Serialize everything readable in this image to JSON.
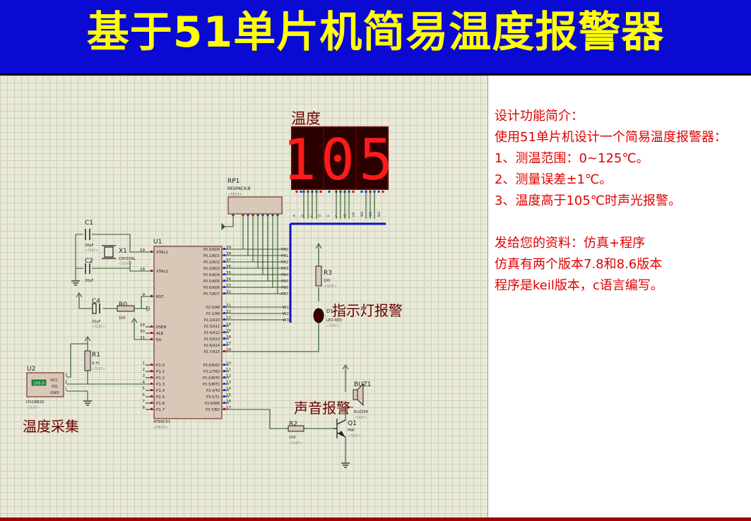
{
  "title": "基于51单片机简易温度报警器",
  "info": {
    "lines": [
      "设计功能简介：",
      "使用51单片机设计一个简易温度报警器：",
      "1、测温范围：0~125℃。",
      "2、测量误差±1℃。",
      "3、温度高于105℃时声光报警。",
      "",
      "发给您的资料：仿真+程序",
      "仿真有两个版本7.8和8.6版本",
      "程序是keil版本，c语言编写。"
    ]
  },
  "schematic": {
    "display_label": "温度",
    "display_digits": "105",
    "led_label": "指示灯报警",
    "buzzer_label": "声音报警",
    "sensor_label": "温度采集",
    "sensor_reading": "105.0",
    "text_placeholder": "<TEXT>",
    "mcu": {
      "ref": "U1",
      "part": "AT89C51",
      "left_pins": [
        {
          "num": "19",
          "name": "XTAL1"
        },
        {
          "num": "18",
          "name": "XTAL2"
        },
        {
          "num": "9",
          "name": "RST"
        },
        {
          "num": "29",
          "name": "PSEN"
        },
        {
          "num": "30",
          "name": "ALE"
        },
        {
          "num": "31",
          "name": "EA"
        },
        {
          "num": "1",
          "name": "P1.0"
        },
        {
          "num": "2",
          "name": "P1.1"
        },
        {
          "num": "3",
          "name": "P1.2"
        },
        {
          "num": "4",
          "name": "P1.3"
        },
        {
          "num": "5",
          "name": "P1.4"
        },
        {
          "num": "6",
          "name": "P1.5"
        },
        {
          "num": "7",
          "name": "P1.6"
        },
        {
          "num": "8",
          "name": "P1.7"
        }
      ],
      "right_pins": [
        {
          "num": "39",
          "name": "P0.0/AD0"
        },
        {
          "num": "38",
          "name": "P0.1/AD1"
        },
        {
          "num": "37",
          "name": "P0.2/AD2"
        },
        {
          "num": "36",
          "name": "P0.3/AD3"
        },
        {
          "num": "35",
          "name": "P0.4/AD4"
        },
        {
          "num": "34",
          "name": "P0.5/AD5"
        },
        {
          "num": "33",
          "name": "P0.6/AD6"
        },
        {
          "num": "32",
          "name": "P0.7/AD7"
        },
        {
          "num": "21",
          "name": "P2.0/A8"
        },
        {
          "num": "22",
          "name": "P2.1/A9"
        },
        {
          "num": "23",
          "name": "P2.2/A10"
        },
        {
          "num": "24",
          "name": "P2.3/A11"
        },
        {
          "num": "25",
          "name": "P2.4/A12"
        },
        {
          "num": "26",
          "name": "P2.5/A13"
        },
        {
          "num": "27",
          "name": "P2.6/A14"
        },
        {
          "num": "28",
          "name": "P2.7/A15"
        },
        {
          "num": "10",
          "name": "P3.0/RXD"
        },
        {
          "num": "11",
          "name": "P3.1/TXD"
        },
        {
          "num": "12",
          "name": "P3.2/INT0"
        },
        {
          "num": "13",
          "name": "P3.3/INT1"
        },
        {
          "num": "14",
          "name": "P3.4/T0"
        },
        {
          "num": "15",
          "name": "P3.5/T1"
        },
        {
          "num": "16",
          "name": "P3.6/WR"
        },
        {
          "num": "17",
          "name": "P3.7/RD"
        }
      ]
    },
    "components": {
      "c1": {
        "ref": "C1",
        "value": "30pF"
      },
      "c2": {
        "ref": "C2",
        "value": "30pF"
      },
      "x1": {
        "ref": "X1",
        "value": "CRYSTAL"
      },
      "c4": {
        "ref": "C4",
        "value": "10uF"
      },
      "r0": {
        "ref": "R0",
        "value": "100"
      },
      "r1": {
        "ref": "R1",
        "value": "4.7k"
      },
      "u2": {
        "ref": "U2",
        "value": "DS18B20",
        "pins": [
          "VCC",
          "DQ",
          "GND"
        ],
        "pin_nums": [
          "3",
          "2",
          "1"
        ]
      },
      "rp1": {
        "ref": "RP1",
        "value": "RESPACK-8"
      },
      "r3": {
        "ref": "R3",
        "value": "100"
      },
      "d1": {
        "ref": "D1",
        "value": "LED-RED"
      },
      "r2": {
        "ref": "R2",
        "value": "100"
      },
      "q1": {
        "ref": "Q1",
        "value": "PNP"
      },
      "buz1": {
        "ref": "BUZ1",
        "value": "BUZZER"
      }
    },
    "bus_labels": [
      "P00",
      "P01",
      "P02",
      "P03",
      "P04",
      "P05",
      "P06",
      "P07"
    ],
    "bus_tags": [
      "W1",
      "W2",
      "W3"
    ],
    "segment_pin_labels": [
      "A",
      "B",
      "C",
      "D",
      "E",
      "F",
      "G",
      "DP",
      "W0",
      "W1",
      "W2"
    ]
  }
}
